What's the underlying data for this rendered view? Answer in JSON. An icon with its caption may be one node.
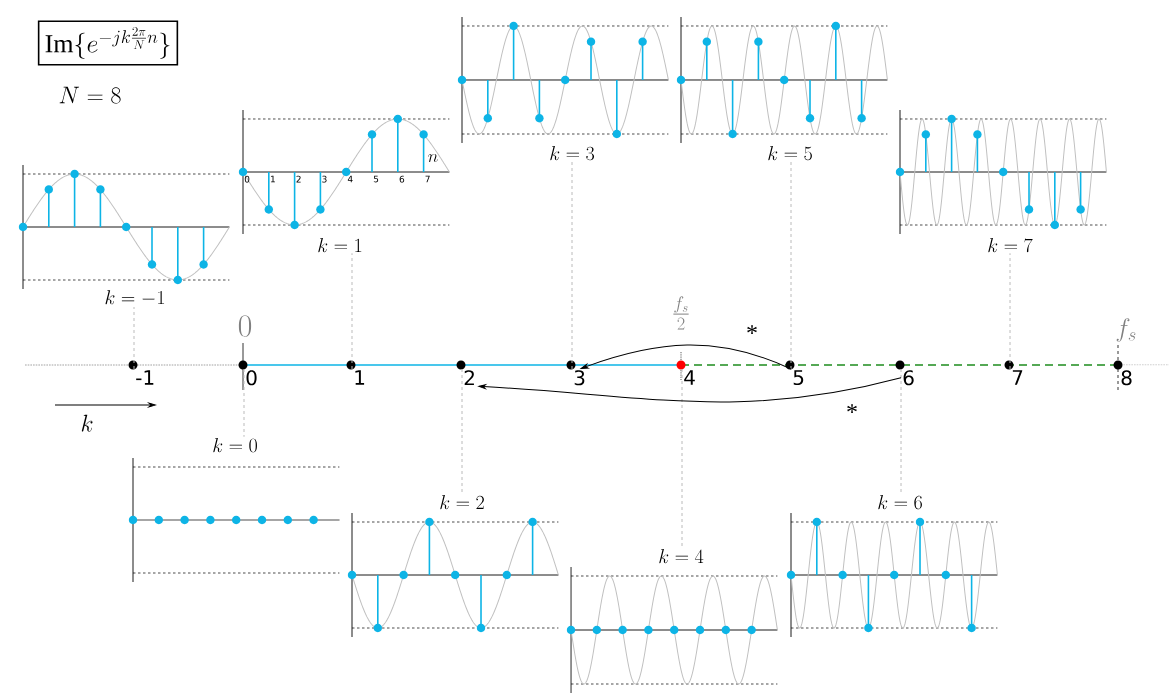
{
  "diagram": {
    "nodes": [
      {
        "text": [
          "\\mathrm{Im}\\{e^{-jk\\frac{2\\pi}{N}n}\\}"
        ]
      },
      {
        "text": [
          "k = -1"
        ]
      },
      {
        "text": [
          "k = 1"
        ]
      },
      {
        "text": [
          "k = 3"
        ]
      },
      {
        "text": [
          "k = 5"
        ]
      },
      {
        "text": [
          "k = 7"
        ]
      },
      {
        "text": [
          "-1"
        ]
      },
      {
        "text": [
          "0"
        ]
      },
      {
        "text": [
          "1"
        ]
      },
      {
        "text": [
          "2"
        ]
      },
      {
        "text": [
          "3"
        ]
      },
      {
        "text": [
          "4"
        ]
      },
      {
        "text": [
          "5"
        ]
      },
      {
        "text": [
          "6"
        ]
      },
      {
        "text": [
          "7"
        ]
      },
      {
        "text": [
          "8"
        ]
      },
      {
        "text": [
          "k = 0"
        ]
      },
      {
        "text": [
          "k = 2"
        ]
      },
      {
        "text": [
          "k = 4"
        ]
      },
      {
        "text": [
          "k = 6"
        ]
      }
    ],
    "edges": [
      {
        "from": 6,
        "to": 1,
        "arrow": "none",
        "style": "dashed"
      },
      {
        "from": 7,
        "to": 16,
        "arrow": "none",
        "style": "dashed"
      },
      {
        "from": 8,
        "to": 2,
        "arrow": "none",
        "style": "dashed"
      },
      {
        "from": 9,
        "to": 17,
        "arrow": "none",
        "style": "dashed"
      },
      {
        "from": 10,
        "to": 3,
        "arrow": "none",
        "style": "dashed"
      },
      {
        "from": 11,
        "to": 18,
        "arrow": "none",
        "style": "dashed"
      },
      {
        "from": 12,
        "to": 4,
        "arrow": "none",
        "style": "dashed"
      },
      {
        "from": 13,
        "to": 19,
        "arrow": "none",
        "style": "dashed"
      },
      {
        "from": 14,
        "to": 5,
        "arrow": "none",
        "style": "dashed"
      },
      {
        "from": 12,
        "to": 10,
        "arrow": "to",
        "label": "*",
        "color": "#000000"
      },
      {
        "from": 13,
        "to": 9,
        "arrow": "to",
        "label": "*",
        "color": "#000000"
      }
    ],
    "labels": [
      "N = 8",
      "0",
      "1",
      "2",
      "3",
      "4",
      "5",
      "6",
      "7",
      "n",
      "0",
      "\\frac{f_s}{2}",
      "f_s",
      "k"
    ]
  }
}
